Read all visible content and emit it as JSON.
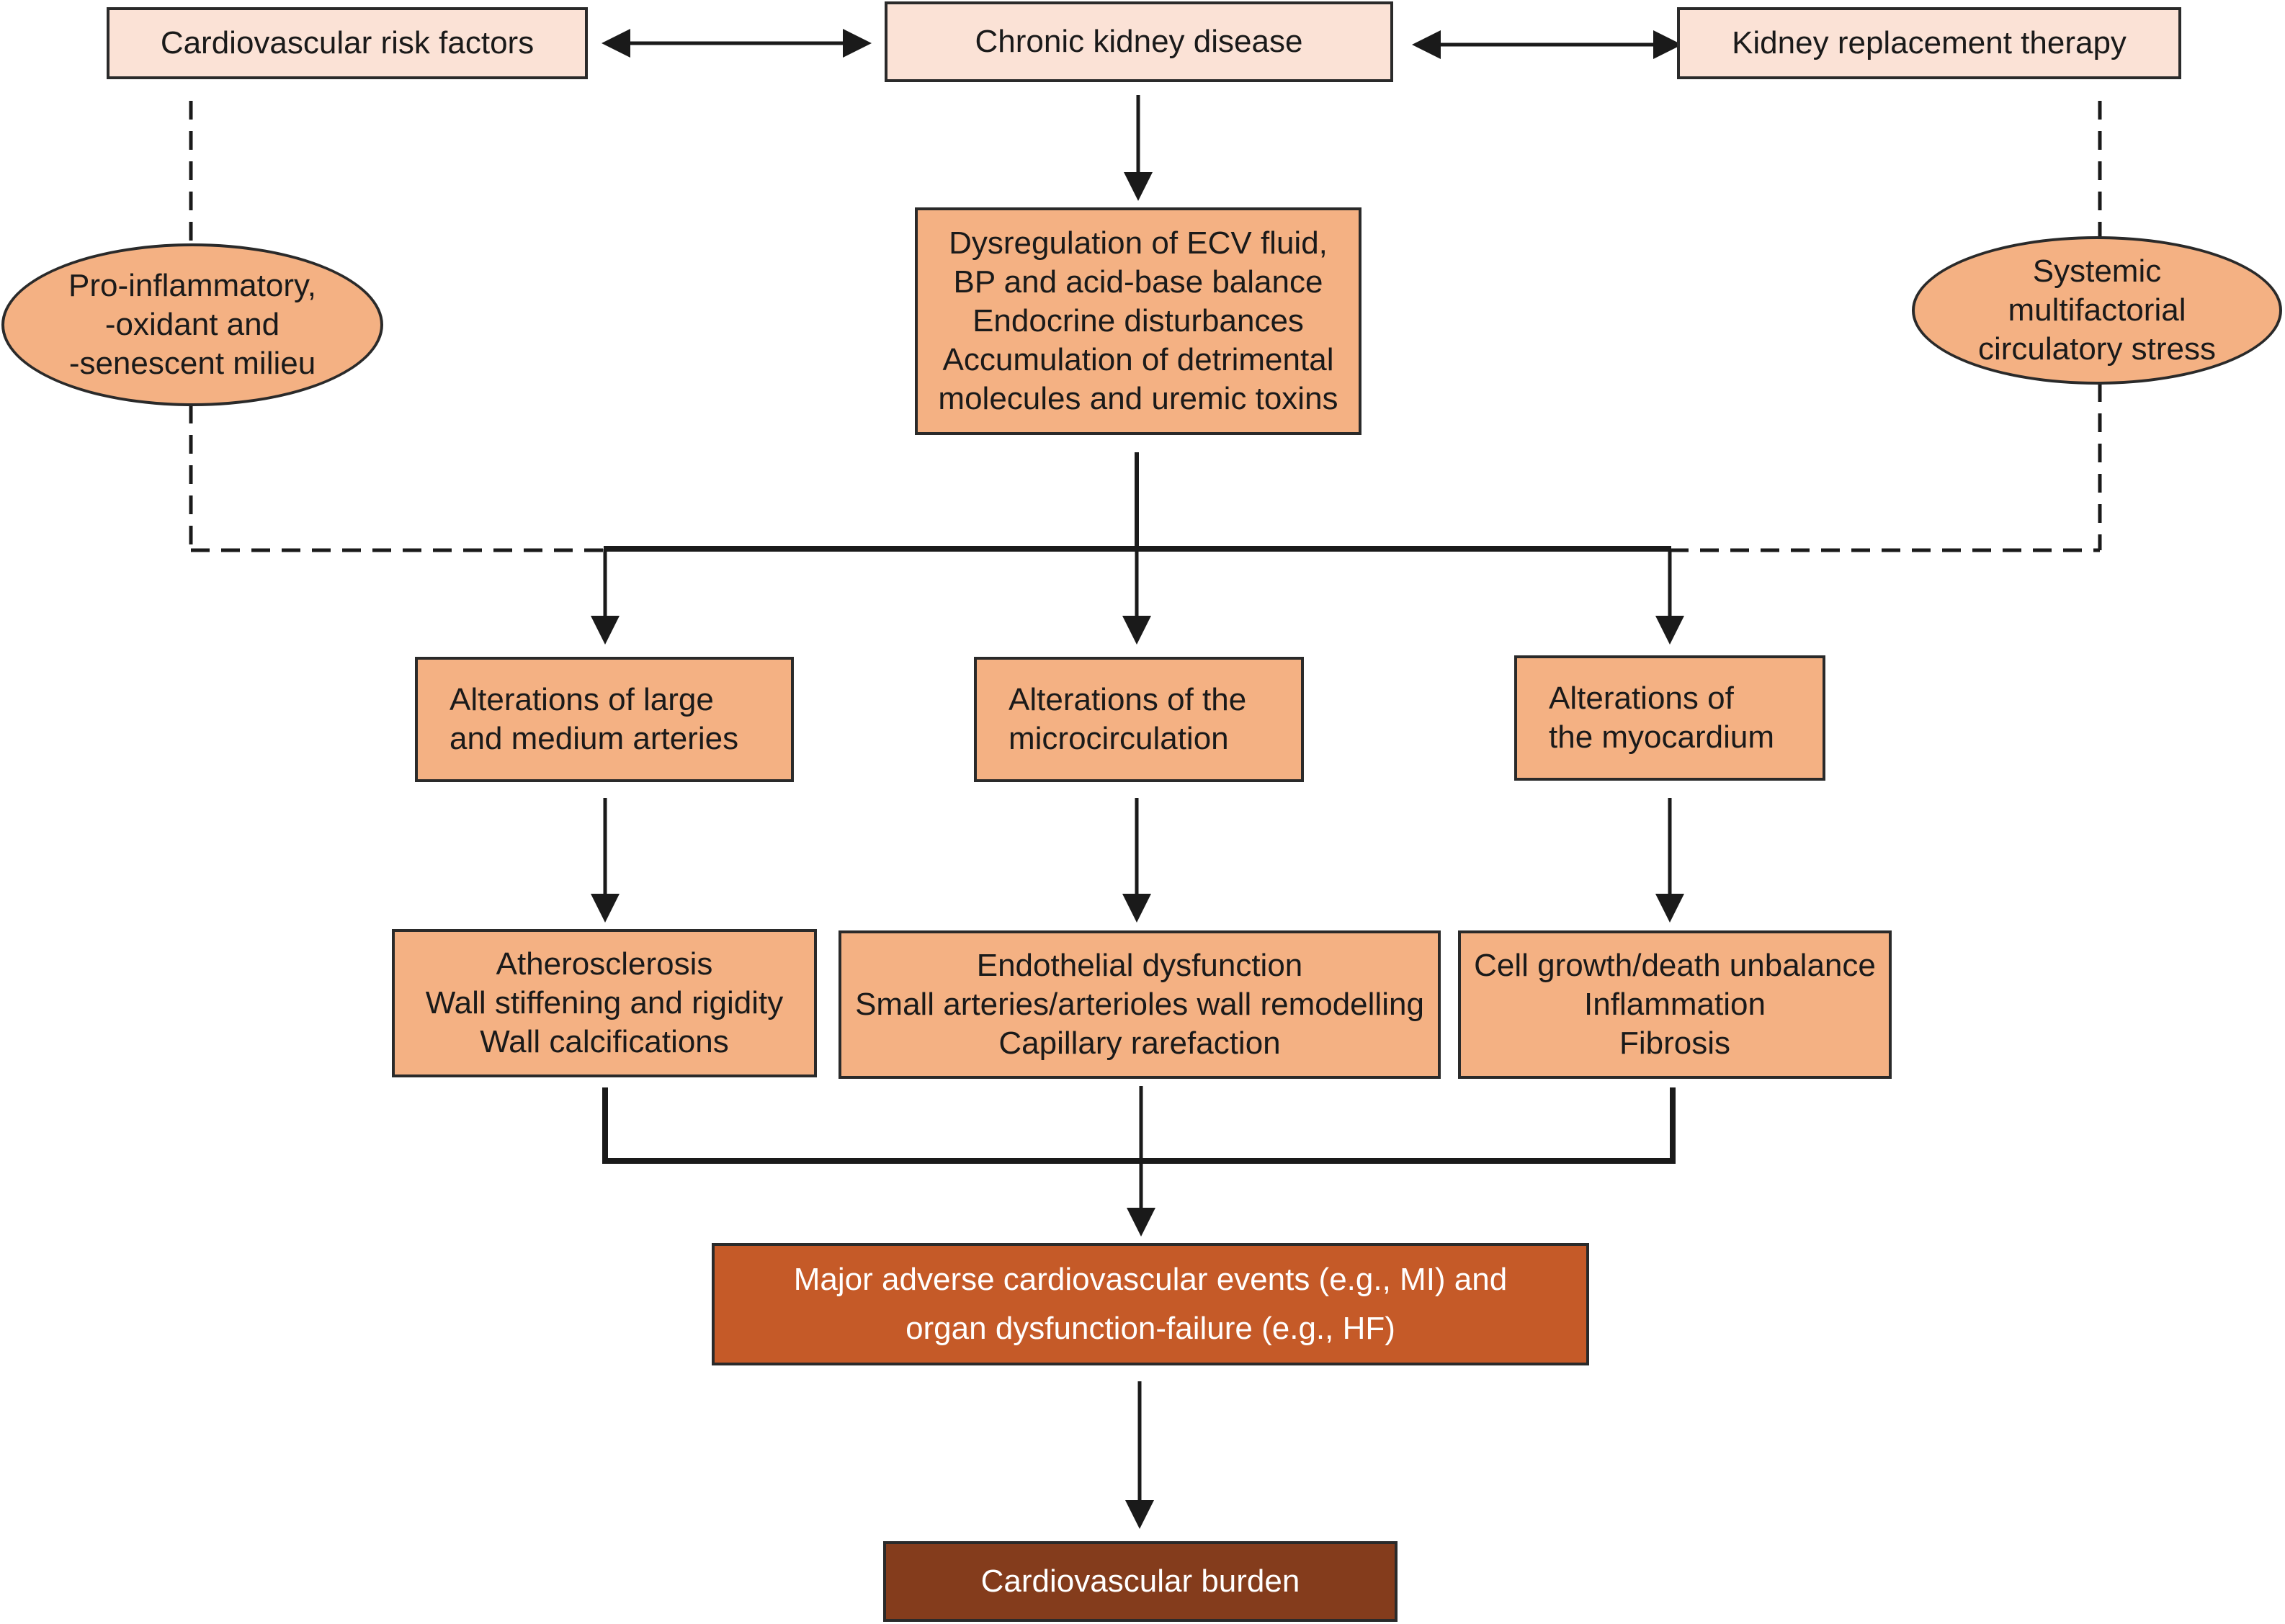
{
  "nodes": {
    "cv_risk": {
      "lines": [
        "Cardiovascular risk factors"
      ]
    },
    "ckd": {
      "lines": [
        "Chronic kidney disease"
      ]
    },
    "krt": {
      "lines": [
        "Kidney replacement therapy"
      ]
    },
    "pro_inflammatory": {
      "lines": [
        "Pro-inflammatory,",
        "-oxidant and",
        "-senescent milieu"
      ]
    },
    "systemic_stress": {
      "lines": [
        "Systemic",
        "multifactorial",
        "circulatory stress"
      ]
    },
    "dysregulation": {
      "lines": [
        "Dysregulation of ECV fluid,",
        "BP and acid-base balance",
        "Endocrine disturbances",
        "Accumulation of detrimental",
        "molecules and uremic toxins"
      ]
    },
    "large_arteries": {
      "lines": [
        "Alterations of large",
        "and medium arteries"
      ]
    },
    "microcirculation": {
      "lines": [
        "Alterations of the",
        "microcirculation"
      ]
    },
    "myocardium": {
      "lines": [
        "Alterations of",
        "the myocardium"
      ]
    },
    "atherosclerosis": {
      "lines": [
        "Atherosclerosis",
        "Wall stiffening and rigidity",
        "Wall calcifications"
      ]
    },
    "endothelial": {
      "lines": [
        "Endothelial dysfunction",
        "Small arteries/arterioles wall remodelling",
        "Capillary rarefaction"
      ]
    },
    "cell_growth": {
      "lines": [
        "Cell growth/death unbalance",
        "Inflammation",
        "Fibrosis"
      ]
    },
    "mace": {
      "lines": [
        "Major adverse cardiovascular events (e.g., MI) and",
        "organ dysfunction-failure (e.g., HF)"
      ]
    },
    "burden": {
      "lines": [
        "Cardiovascular burden"
      ]
    }
  },
  "colors": {
    "light_fill": "#fbe2d6",
    "medium_fill": "#f4b183",
    "dark_fill": "#c55a28",
    "darkest_fill": "#843c1c",
    "stroke": "#1a1a1a"
  }
}
